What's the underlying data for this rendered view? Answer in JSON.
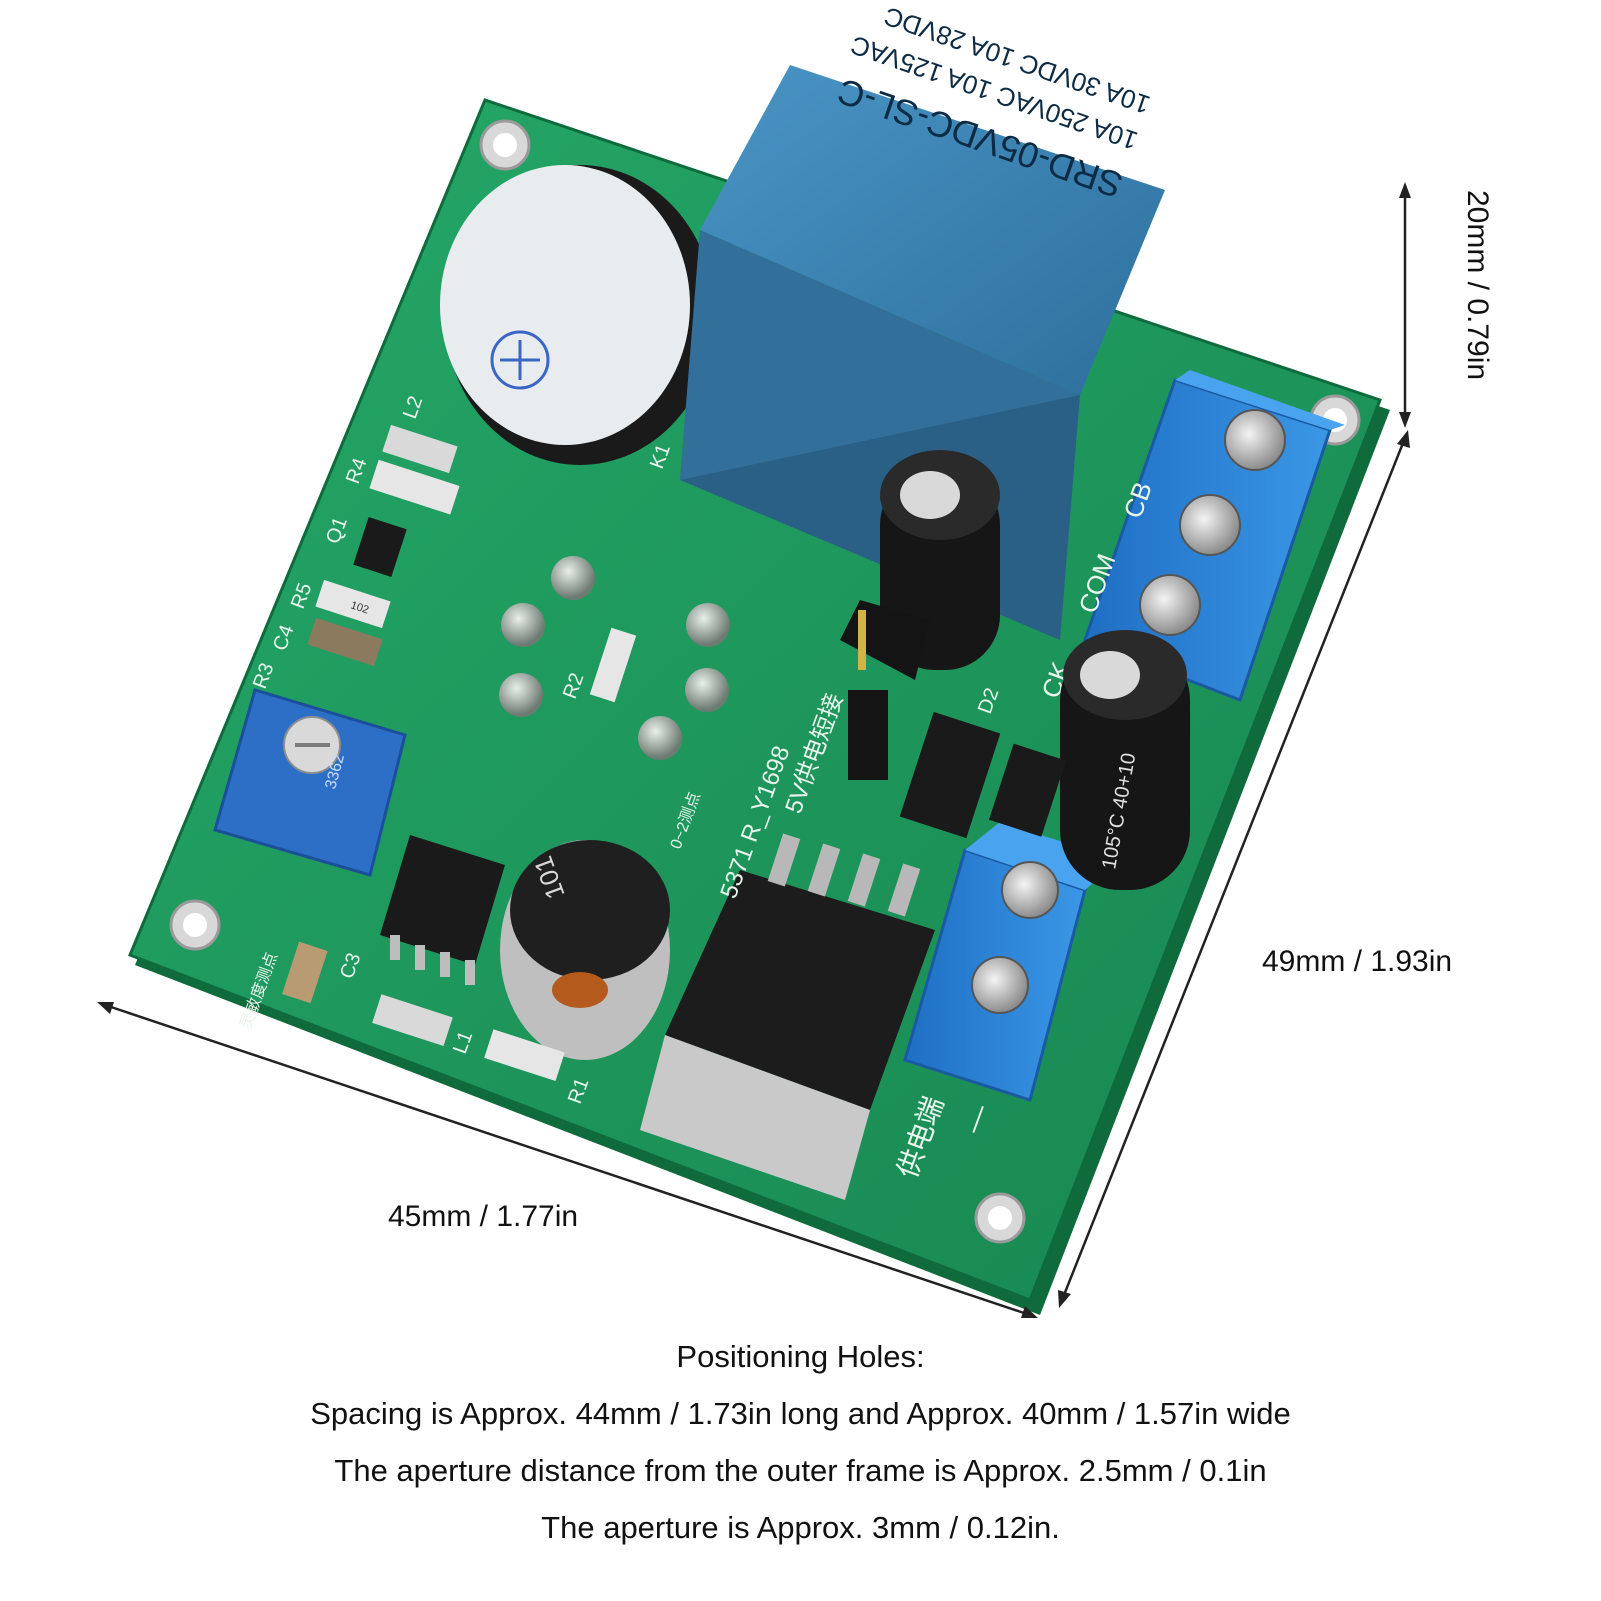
{
  "board": {
    "relay_text": [
      "SRD-05VDC-SL-C",
      "10A 250VAC 10A 125VAC",
      "10A 30VDC 10A 28VDC"
    ],
    "relay_ref": "K1",
    "terminal_labels": [
      "CB",
      "COM",
      "CK"
    ],
    "silk_main": "5V供电短接",
    "silk_board_id": "5371 R_Y1698",
    "silk_power": "供电端",
    "silk_minus": "—",
    "silk_sensitivity": "灵敏度测点",
    "silk_test": "0~2测点",
    "component_refs": [
      "L2",
      "R4",
      "Q1",
      "R5",
      "C4",
      "R3",
      "R2",
      "D2",
      "C3",
      "L1",
      "R1"
    ],
    "resistor_code": "102",
    "pot_code": "3362",
    "inductor_code": "101",
    "cap_text": "105°C 40+10"
  },
  "dimensions": {
    "height": "20mm / 0.79in",
    "depth": "49mm / 1.93in",
    "length": "45mm / 1.77in"
  },
  "notes": {
    "title": "Positioning Holes:",
    "line1": "Spacing is Approx. 44mm / 1.73in long and Approx. 40mm / 1.57in wide",
    "line2": "The aperture distance from the outer frame is Approx. 2.5mm / 0.1in",
    "line3": "The aperture is Approx. 3mm / 0.12in."
  },
  "colors": {
    "pcb": "#1f9a5c",
    "pcb_dark": "#167a48",
    "relay": "#3d86b8",
    "terminal": "#2f86d6",
    "silk": "#e8f4ec"
  }
}
